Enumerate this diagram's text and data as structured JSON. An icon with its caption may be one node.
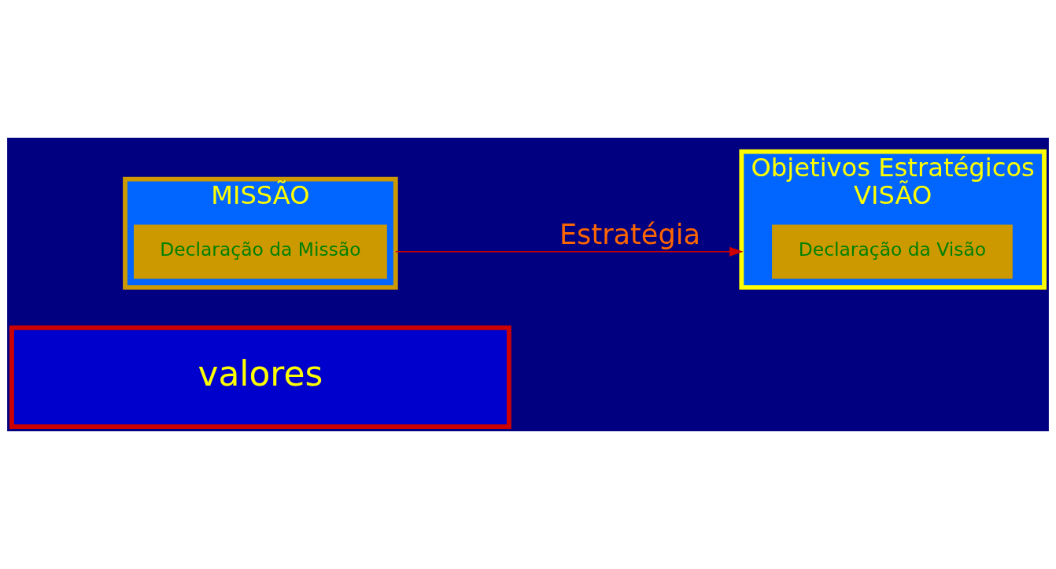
{
  "diagram": {
    "nodes": [
      {
        "text": [
          "valores"
        ]
      },
      {
        "text": [
          "MISSÃO"
        ]
      },
      {
        "text": [
          "Declaração da Missão"
        ],
        "in": 1
      },
      {
        "text": [
          "Objetivos Estratégicos",
          "VISÃO"
        ]
      },
      {
        "text": [
          "Declaração da Visão"
        ],
        "in": 3
      }
    ],
    "edges": [
      {
        "from": 1,
        "to": 3,
        "arrow": "to",
        "label": "Estratégia",
        "color": "#cc0000"
      }
    ]
  }
}
